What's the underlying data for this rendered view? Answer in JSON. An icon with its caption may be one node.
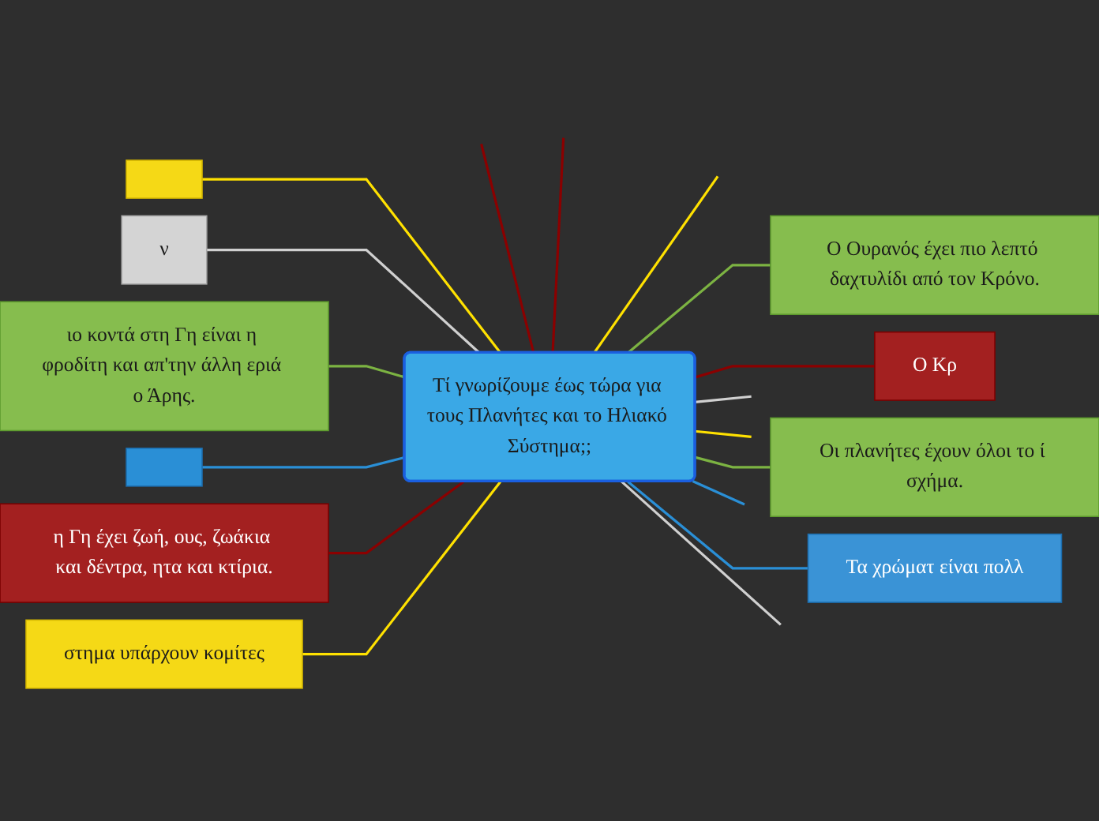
{
  "diagram": {
    "nodes": [
      {
        "text": [
          "Τί γνωρίζουμε έως τώρα για τους Πλανήτες και το Ηλιακό Σύστημα;;"
        ]
      },
      {
        "text": [],
        "shape": "box"
      },
      {
        "text": [
          "ν"
        ]
      },
      {
        "text": [
          "ιο κοντά στη Γη είναι η φροδίτη και απ'την άλλη εριά ο Άρης."
        ]
      },
      {
        "text": [],
        "shape": "box"
      },
      {
        "text": [
          "η Γη έχει ζωή, ους, ζωάκια και δέντρα, ητα και κτίρια."
        ]
      },
      {
        "text": [
          "στημα υπάρχουν κομίτες"
        ]
      },
      {
        "text": [
          "Ο Ουρανός έχει πιο λεπτό δαχτυλίδι από τον Κρόνο."
        ]
      },
      {
        "text": [
          "Ο Κρ"
        ]
      },
      {
        "text": [
          "Οι πλανήτες έχουν όλοι το ί σχήμα."
        ]
      },
      {
        "text": [
          "Τα χρώματ είναι πολλ"
        ]
      }
    ],
    "edges": [
      {
        "from": 0,
        "to": 1,
        "arrow": "none",
        "color": "#ffe100"
      },
      {
        "from": 0,
        "to": 2,
        "arrow": "none",
        "color": "#d0d0d0"
      },
      {
        "from": 0,
        "to": 3,
        "arrow": "none",
        "color": "#7cb342"
      },
      {
        "from": 0,
        "to": 4,
        "arrow": "none",
        "color": "#2a8fd6"
      },
      {
        "from": 0,
        "to": 5,
        "arrow": "none",
        "color": "#8b0000"
      },
      {
        "from": 0,
        "to": 6,
        "arrow": "none",
        "color": "#ffe100"
      },
      {
        "from": 0,
        "to": 7,
        "arrow": "none",
        "color": "#7cb342"
      },
      {
        "from": 0,
        "to": null,
        "arrow": "none",
        "color": "#d0d0d0"
      },
      {
        "from": 0,
        "to": null,
        "arrow": "none",
        "color": "#2a8fd6"
      },
      {
        "from": 0,
        "to": 8,
        "arrow": "none",
        "color": "#8b0000"
      },
      {
        "from": 0,
        "to": null,
        "arrow": "none",
        "color": "#ffe100"
      },
      {
        "from": 0,
        "to": null,
        "arrow": "none",
        "color": "#d0d0d0"
      },
      {
        "from": 0,
        "to": 9,
        "arrow": "none",
        "color": "#7cb342"
      },
      {
        "from": 0,
        "to": 10,
        "arrow": "none",
        "color": "#2a8fd6"
      },
      {
        "from": 0,
        "to": null,
        "arrow": "none",
        "color": "#ffe100"
      },
      {
        "from": 0,
        "to": null,
        "arrow": "none",
        "color": "#8b0000"
      },
      {
        "from": 0,
        "to": null,
        "arrow": "none",
        "color": "#8b0000"
      }
    ]
  }
}
